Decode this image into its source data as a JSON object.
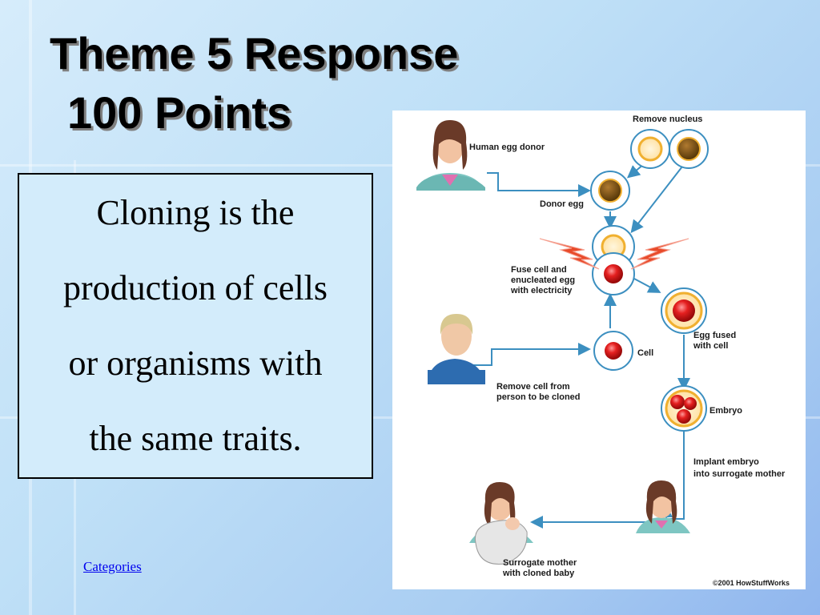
{
  "slide": {
    "title_line1": "Theme 5 Response",
    "title_line2": "100 Points",
    "answer_lines": [
      "Cloning is the",
      "production of cells",
      "or organisms with",
      "the same traits."
    ],
    "categories_link": "Categories"
  },
  "diagram": {
    "labels": {
      "remove_nucleus": "Remove nucleus",
      "human_egg_donor": "Human egg donor",
      "donor_egg": "Donor egg",
      "fuse_1": "Fuse cell and",
      "fuse_2": "enucleated egg",
      "fuse_3": "with electricity",
      "egg_fused_1": "Egg fused",
      "egg_fused_2": "with cell",
      "cell": "Cell",
      "remove_cell_1": "Remove cell from",
      "remove_cell_2": "person to be cloned",
      "embryo": "Embryo",
      "implant_1": "Implant embryo",
      "implant_2": "into surrogate mother",
      "surrogate_1": "Surrogate mother",
      "surrogate_2": "with cloned baby",
      "copyright": "©2001 HowStuffWorks"
    },
    "colors": {
      "arrow": "#3c8fc0",
      "egg_ring": "#f0b030",
      "nucleus": "#7a5010",
      "cell_red": "#e02020",
      "spark": "#e84a2a"
    }
  }
}
